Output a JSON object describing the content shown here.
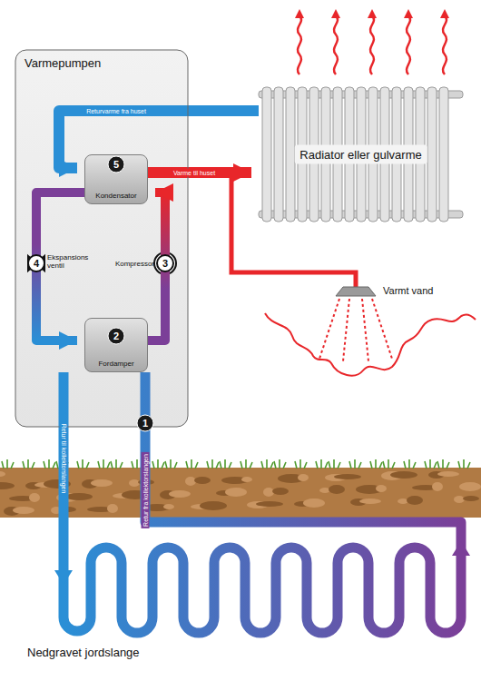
{
  "diagram": {
    "nodes": [
      {
        "text": [
          "Varmepumpen"
        ]
      },
      {
        "text": [
          "Kondensator"
        ],
        "in": 0
      },
      {
        "text": [
          "Fordamper"
        ],
        "in": 0
      },
      {
        "text": [
          "Radiator eller gulvarme"
        ]
      }
    ],
    "edges": [
      {
        "from": 3,
        "to": 1,
        "arrow": "to",
        "label": "Returvarme fra huset"
      },
      {
        "from": 1,
        "to": 3,
        "arrow": "to",
        "label": "Varme til huset"
      },
      {
        "from": 1,
        "to": 2,
        "arrow": "to"
      },
      {
        "from": 2,
        "to": 1,
        "arrow": "to"
      }
    ],
    "labels": [
      "5",
      "Ekspansions ventil",
      "4",
      "Kompressor",
      "3",
      "2",
      "1",
      "Retur til kollektorslangen",
      "Retur fra kollektorslangen",
      "Varmt vand",
      "Nedgravet jordslange"
    ]
  }
}
